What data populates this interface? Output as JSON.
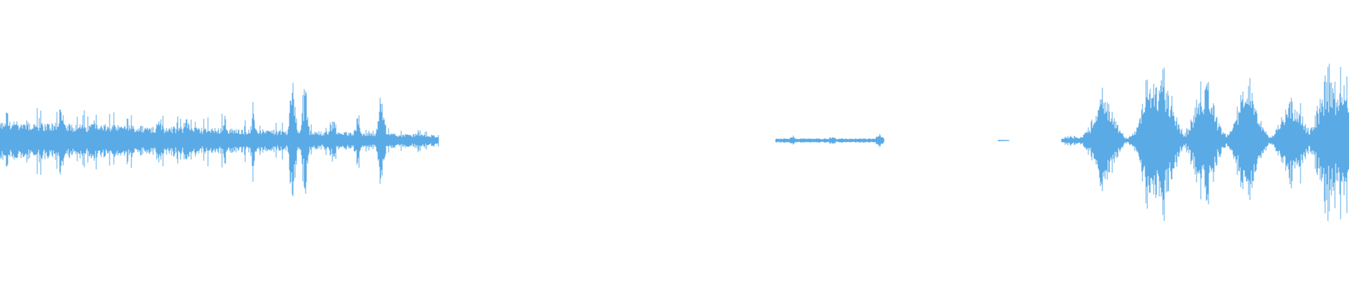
{
  "waveform": {
    "color": "#5aaae6",
    "background": "#ffffff",
    "duration_fraction_note": "",
    "segments": [
      {
        "start": 0.0,
        "end": 0.325,
        "kind": "dense-noise",
        "base_amp": 0.14,
        "decay_to": 0.04,
        "spikes": [
          {
            "at": 0.005,
            "amp": 0.28
          },
          {
            "at": 0.02,
            "amp": 0.22
          },
          {
            "at": 0.045,
            "amp": 0.25
          },
          {
            "at": 0.07,
            "amp": 0.24
          },
          {
            "at": 0.095,
            "amp": 0.2
          },
          {
            "at": 0.118,
            "amp": 0.23
          },
          {
            "at": 0.138,
            "amp": 0.24
          },
          {
            "at": 0.166,
            "amp": 0.25
          },
          {
            "at": 0.188,
            "amp": 0.22
          },
          {
            "at": 0.217,
            "amp": 0.6
          },
          {
            "at": 0.226,
            "amp": 0.45
          },
          {
            "at": 0.283,
            "amp": 0.42
          },
          {
            "at": 0.247,
            "amp": 0.2
          },
          {
            "at": 0.265,
            "amp": 0.18
          },
          {
            "at": 0.31,
            "amp": 0.1
          }
        ]
      },
      {
        "start": 0.575,
        "end": 0.655,
        "kind": "low-hum",
        "base_amp": 0.015,
        "decay_to": 0.015,
        "spikes": [
          {
            "at": 0.587,
            "amp": 0.04
          },
          {
            "at": 0.617,
            "amp": 0.04
          },
          {
            "at": 0.652,
            "amp": 0.06
          }
        ]
      },
      {
        "start": 0.74,
        "end": 0.748,
        "kind": "flat",
        "base_amp": 0.005,
        "decay_to": 0.005,
        "spikes": []
      },
      {
        "start": 0.787,
        "end": 1.0,
        "kind": "bursts",
        "base_amp": 0.012,
        "decay_to": 0.012,
        "spikes": [
          {
            "at": 0.795,
            "amp": 0.04
          },
          {
            "at": 0.818,
            "amp": 0.42
          },
          {
            "at": 0.855,
            "amp": 0.65
          },
          {
            "at": 0.862,
            "amp": 0.62
          },
          {
            "at": 0.893,
            "amp": 0.5
          },
          {
            "at": 0.925,
            "amp": 0.5
          },
          {
            "at": 0.958,
            "amp": 0.42
          },
          {
            "at": 0.985,
            "amp": 0.6
          },
          {
            "at": 0.994,
            "amp": 0.58
          }
        ]
      }
    ]
  }
}
